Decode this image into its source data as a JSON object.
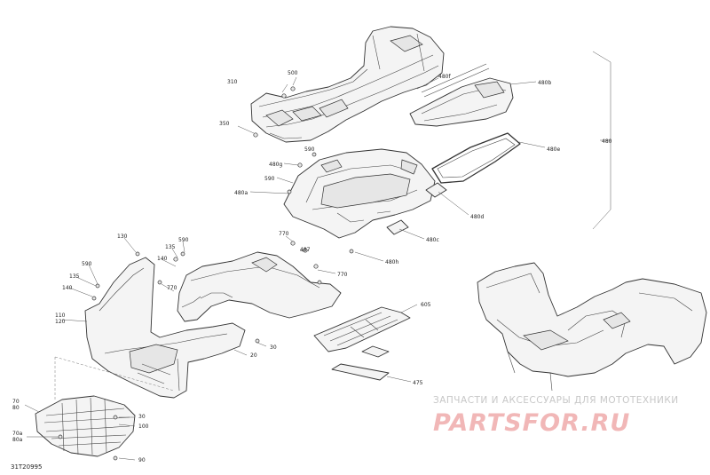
{
  "figure_id": "31T20995",
  "watermark": {
    "line1": "ЗАПЧАСТИ И АКСЕССУАРЫ ДЛЯ МОТОТЕХНИКИ",
    "line2": "PARTSFOR.RU"
  },
  "callouts": {
    "c310": "310",
    "c500": "500",
    "c350": "350",
    "c480f": "480f",
    "c480b": "480b",
    "c480e": "480e",
    "c480": "480",
    "c480g": "480g",
    "c590a": "590",
    "c590b": "590",
    "c480a": "480a",
    "c480d": "480d",
    "c480c": "480c",
    "c480h": "480h",
    "c770a": "770",
    "c487": "487",
    "c770b": "770",
    "c130": "130",
    "c135a": "135",
    "c590c": "590",
    "c140a": "140",
    "c590d": "590",
    "c135b": "135",
    "c140b": "140",
    "c770c": "770",
    "c110": "110",
    "c120": "120",
    "c30a": "30",
    "c20": "20",
    "c605": "605",
    "c475": "475",
    "c70": "70",
    "c80": "80",
    "c70a": "70a",
    "c80a": "80a",
    "c30b": "30",
    "c100": "100",
    "c90": "90"
  },
  "colors": {
    "line": "#333333",
    "fill": "#f4f4f4",
    "watermark_gray": "#c7c7c7",
    "watermark_red": "#f1b7b7"
  }
}
